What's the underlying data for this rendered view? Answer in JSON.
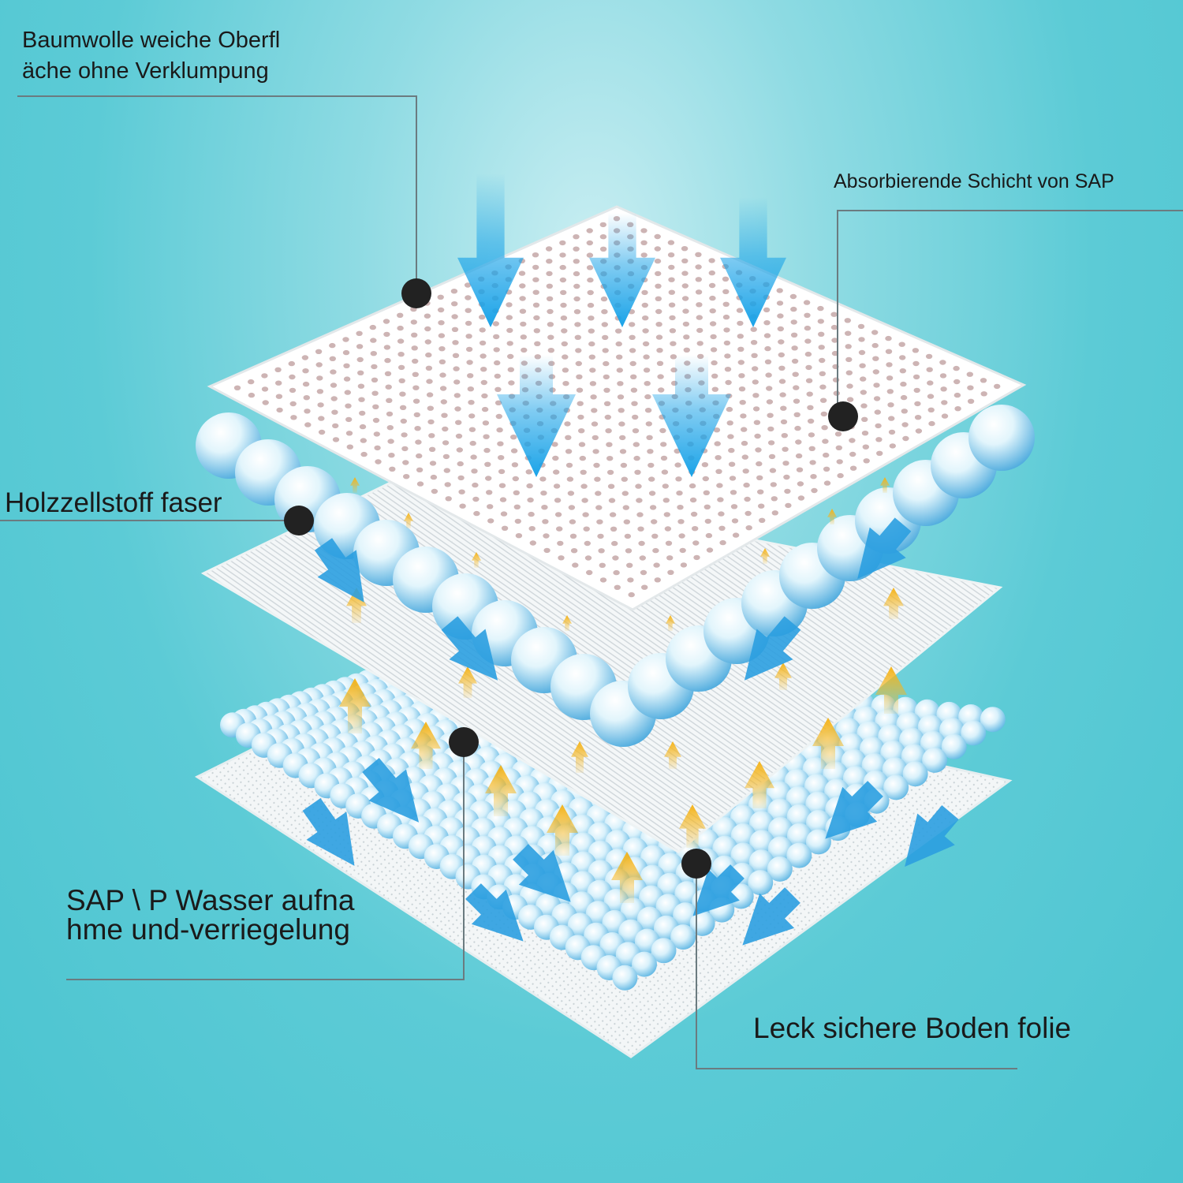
{
  "labels": {
    "top_sheet": "Baumwolle weiche Oberfl\näche ohne Verklumpung",
    "sap_layer": "Absorbierende Schicht von SAP",
    "fiber_layer": "Holzzellstoff faser",
    "sap_lock": "SAP \\ P Wasser aufna\nhme und-verriegelung",
    "bottom_film": "Leck sichere Boden folie"
  },
  "colors": {
    "background": "#5ccbd6",
    "arrow_blue": "#1aa3e8",
    "arrow_orange": "#f5b41a",
    "sheet": "#ffffff",
    "dot": "#222222"
  },
  "icons": {
    "flow_arrow": "arrow-down-icon",
    "wick_arrow": "arrow-up-icon",
    "marker": "callout-dot-icon"
  }
}
